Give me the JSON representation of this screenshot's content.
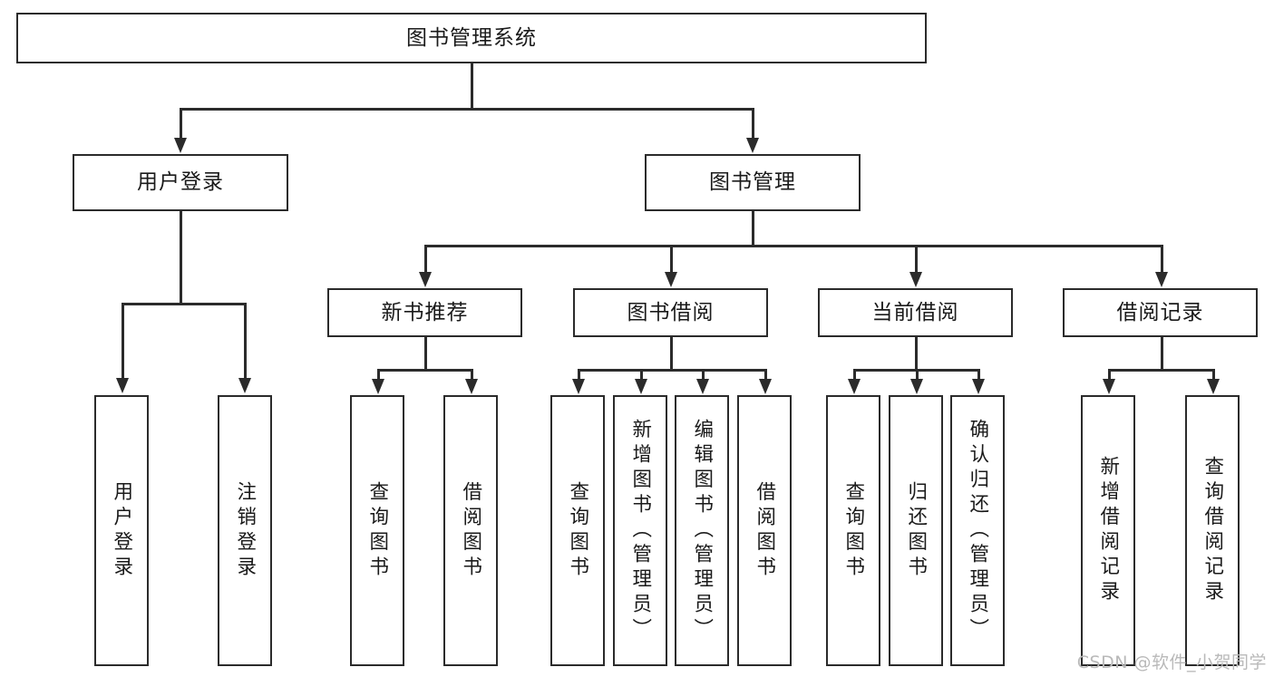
{
  "diagram": {
    "type": "tree-hierarchy-chart",
    "title": "图书管理系统",
    "background_color": "#ffffff",
    "line_color": "#2b2b2b",
    "text_color": "#1a1a1a",
    "root": {
      "label": "图书管理系统",
      "orientation": "horizontal"
    },
    "level2": [
      {
        "label": "用户登录",
        "orientation": "horizontal"
      },
      {
        "label": "图书管理",
        "orientation": "horizontal"
      }
    ],
    "level3": [
      {
        "label": "新书推荐",
        "orientation": "horizontal"
      },
      {
        "label": "图书借阅",
        "orientation": "horizontal"
      },
      {
        "label": "当前借阅",
        "orientation": "horizontal"
      },
      {
        "label": "借阅记录",
        "orientation": "horizontal"
      }
    ],
    "leaves": {
      "user_login": [
        {
          "label": "用户登录",
          "orientation": "vertical"
        },
        {
          "label": "注销登录",
          "orientation": "vertical"
        }
      ],
      "new_book_recommend": [
        {
          "label": "查询图书",
          "orientation": "vertical"
        },
        {
          "label": "借阅图书",
          "orientation": "vertical"
        }
      ],
      "book_borrow": [
        {
          "label": "查询图书",
          "orientation": "vertical"
        },
        {
          "label": "新增图书（管理员）",
          "orientation": "vertical"
        },
        {
          "label": "编辑图书（管理员）",
          "orientation": "vertical"
        },
        {
          "label": "借阅图书",
          "orientation": "vertical"
        }
      ],
      "current_borrow": [
        {
          "label": "查询图书",
          "orientation": "vertical"
        },
        {
          "label": "归还图书",
          "orientation": "vertical"
        },
        {
          "label": "确认归还（管理员）",
          "orientation": "vertical"
        }
      ],
      "borrow_record": [
        {
          "label": "新增借阅记录",
          "orientation": "vertical"
        },
        {
          "label": "查询借阅记录",
          "orientation": "vertical"
        }
      ]
    }
  },
  "watermark": {
    "text": "CSDN @软件_小贺同学"
  }
}
